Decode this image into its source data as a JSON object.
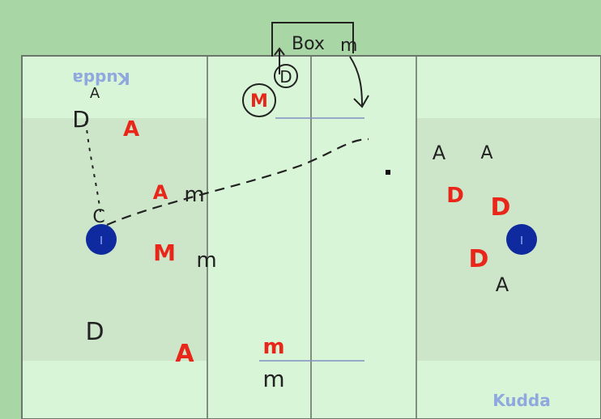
{
  "box_label": "Box",
  "box_marker": "m",
  "watermark": "Kudda",
  "red_tokens": {
    "m_circled": "M",
    "left_a1": "A",
    "left_a2": "A",
    "left_m": "M",
    "left_a3": "A",
    "center_m": "m",
    "right_d1": "D",
    "right_d2": "D",
    "right_d3": "D"
  },
  "black_tokens": {
    "d_circled": "D",
    "left_d1": "D",
    "left_a_small": "A",
    "left_m1": "m",
    "left_m2": "m",
    "left_d2": "D",
    "center_m_low": "m",
    "right_a1": "A",
    "right_a2": "A",
    "right_a3": "A",
    "left_c": "C"
  },
  "goal_left_label": "I",
  "goal_right_label": "I",
  "colors": {
    "top_bar": "#a8d6a4",
    "field": "#d6f3d6",
    "zone": "#cfe6cc",
    "line": "#6c756c",
    "ref_line": "#8190c7",
    "goal": "#0f2a9e",
    "red": "#e8261a",
    "ink": "#222222",
    "watermark": "#8fa8de"
  }
}
